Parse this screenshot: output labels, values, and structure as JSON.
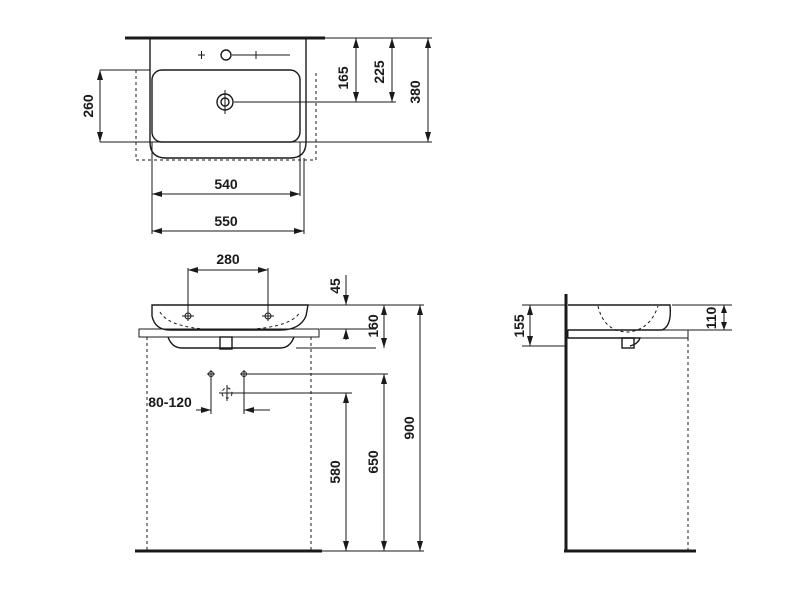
{
  "dimensions": {
    "top_view": {
      "d260": "260",
      "d165": "165",
      "d225": "225",
      "d380": "380",
      "d540": "540",
      "d550": "550"
    },
    "front_view": {
      "d280": "280",
      "d45": "45",
      "d160": "160",
      "d80_120": "80-120",
      "d580": "580",
      "d650": "650",
      "d900": "900"
    },
    "side_view": {
      "d155": "155",
      "d110": "110"
    }
  },
  "colors": {
    "line": "#1a1a1a",
    "background": "#ffffff"
  }
}
